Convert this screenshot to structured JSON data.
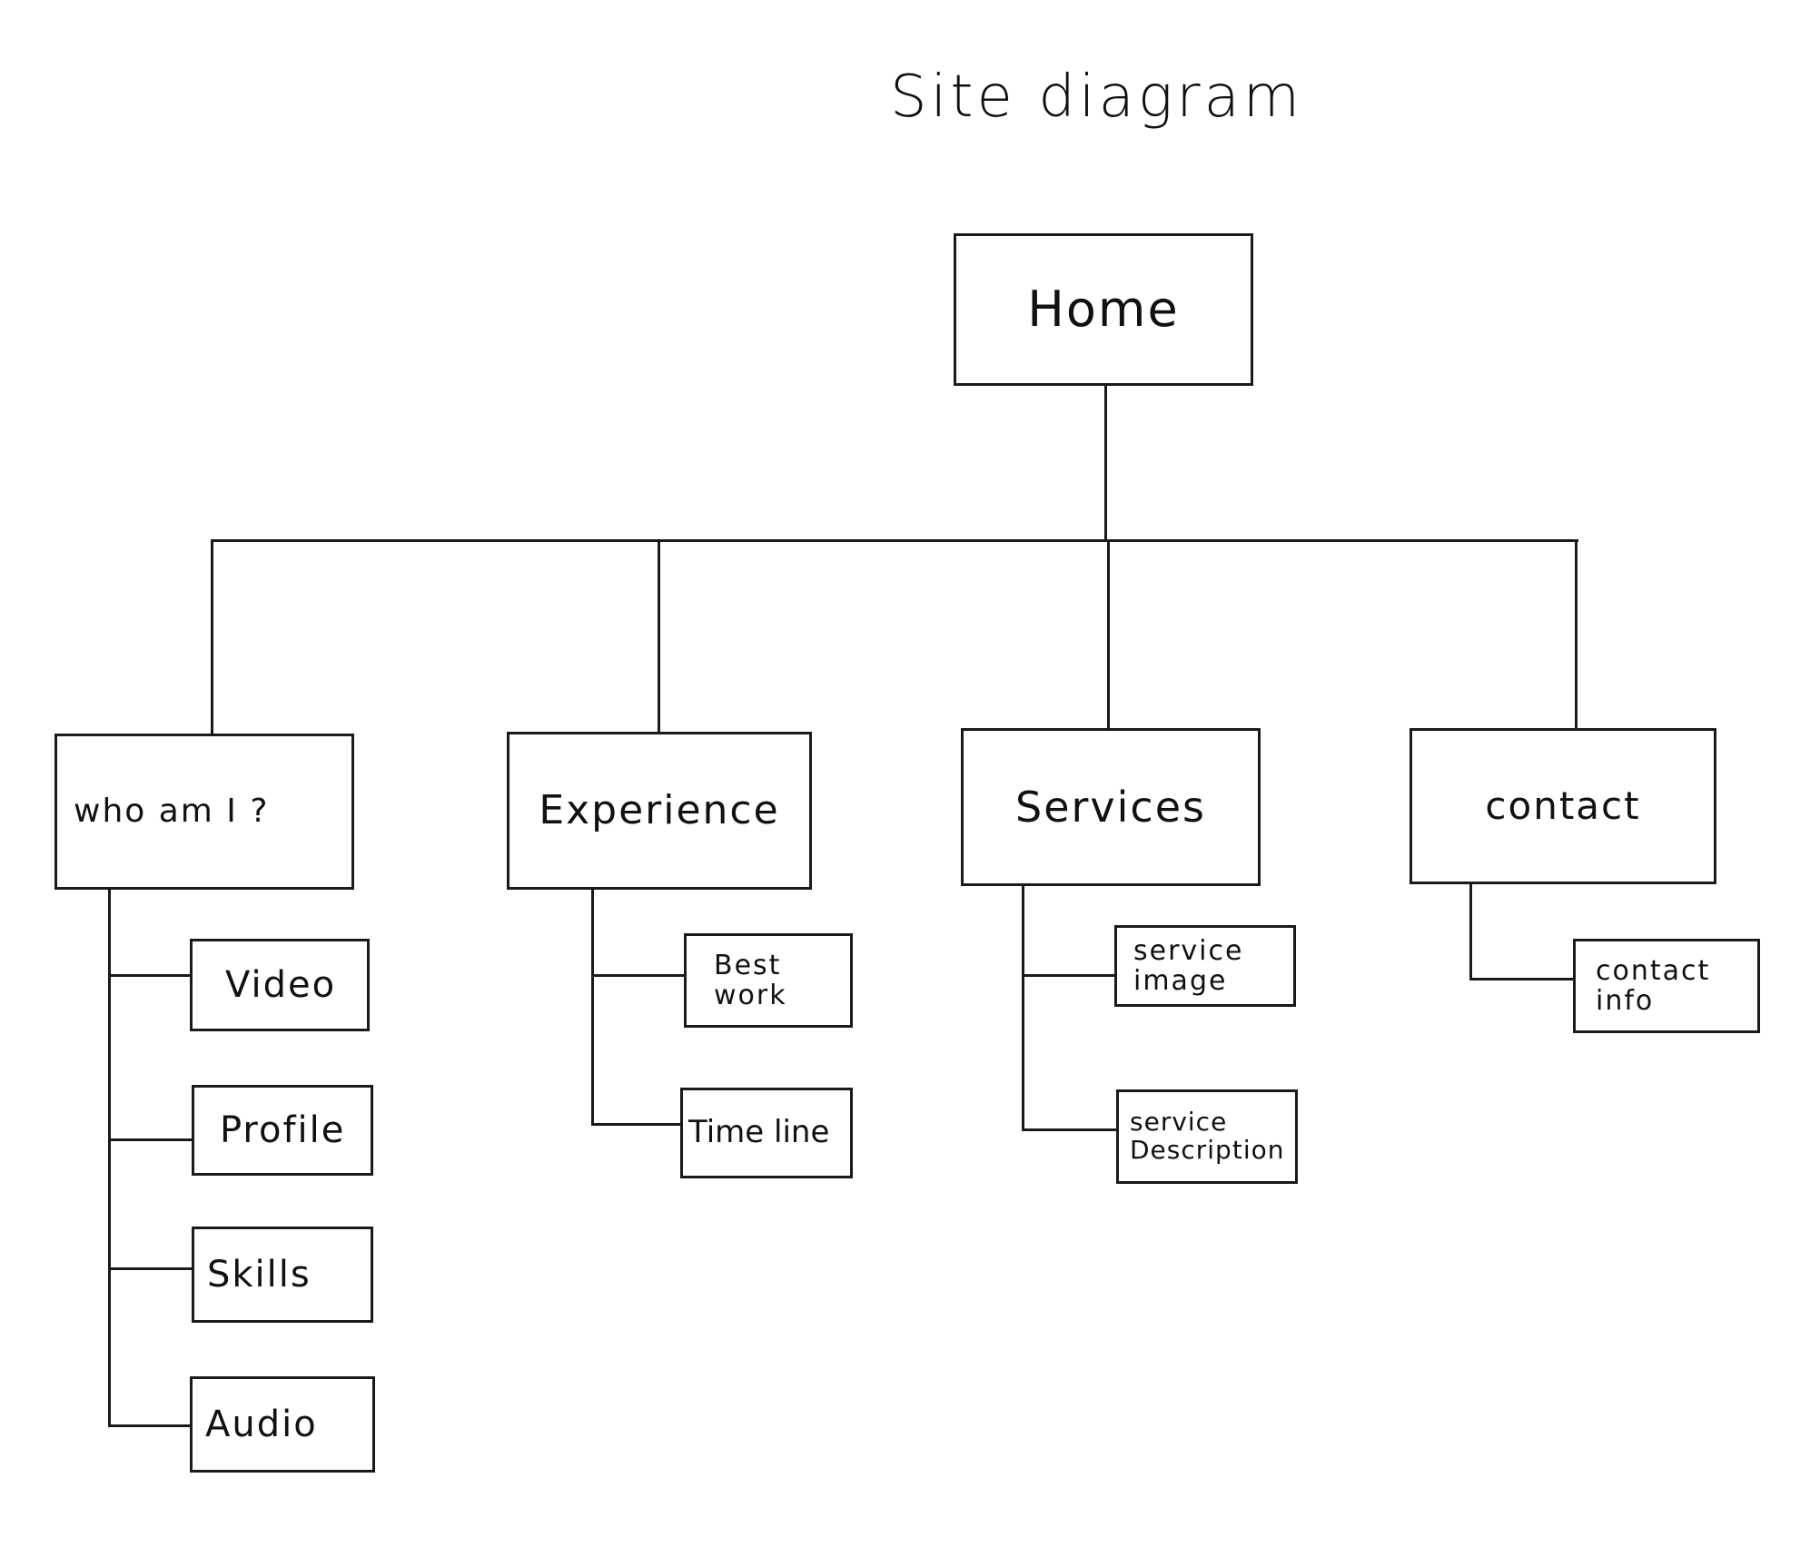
{
  "title": "Site diagram",
  "root": {
    "label": "Home"
  },
  "sections": [
    {
      "label": "who am I ?",
      "children": [
        "Video",
        "Profile",
        "Skills",
        "Audio"
      ]
    },
    {
      "label": "Experience",
      "children": [
        "Best\nwork",
        "Time line"
      ]
    },
    {
      "label": "Services",
      "children": [
        "service\nimage",
        "service\nDescription"
      ]
    },
    {
      "label": "contact",
      "children": [
        "contact\ninfo"
      ]
    }
  ],
  "colors": {
    "ink": "#1a1a1a",
    "paper": "#ffffff"
  }
}
